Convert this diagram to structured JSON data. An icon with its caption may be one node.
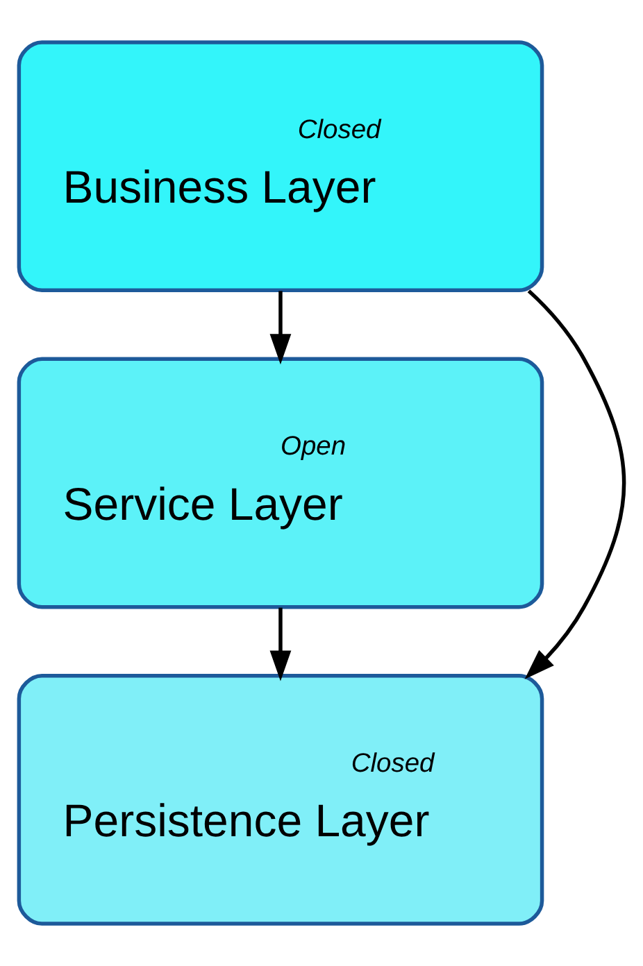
{
  "diagram": {
    "nodes": [
      {
        "text": [
          "Closed",
          "Business Layer"
        ]
      },
      {
        "text": [
          "Open",
          "Service Layer"
        ]
      },
      {
        "text": [
          "Closed",
          "Persistence Layer"
        ]
      }
    ],
    "edges": [
      {
        "from": 0,
        "to": 1,
        "arrow": "to"
      },
      {
        "from": 1,
        "to": 2,
        "arrow": "to"
      },
      {
        "from": 0,
        "to": 2,
        "arrow": "to"
      }
    ]
  }
}
